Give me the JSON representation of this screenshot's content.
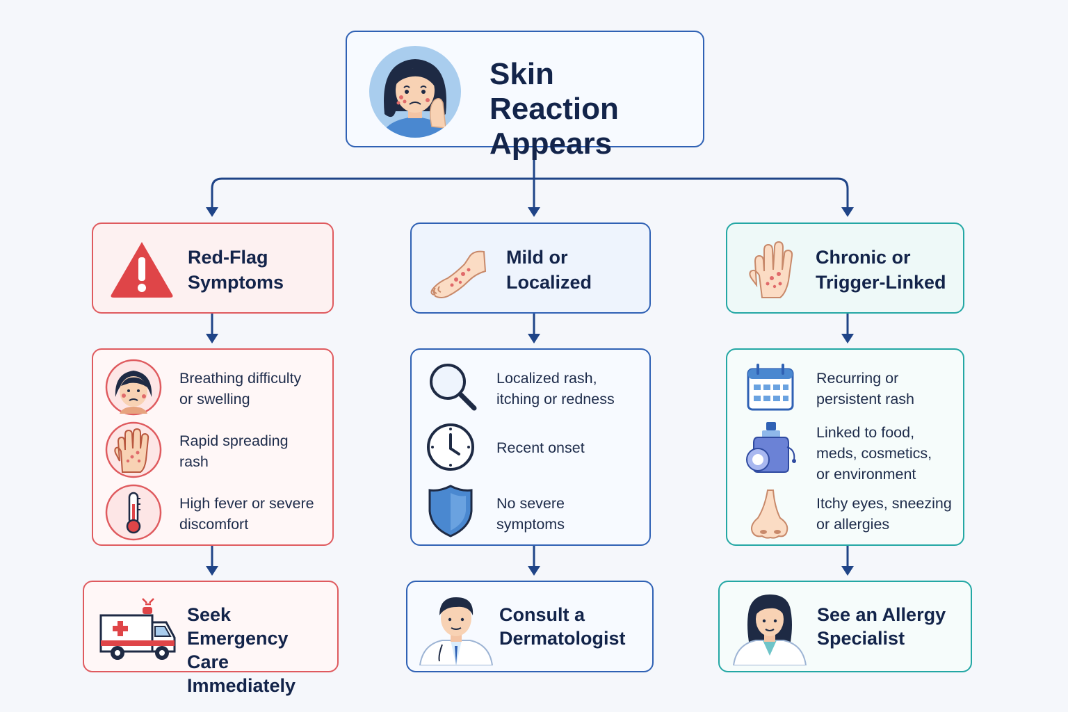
{
  "title": {
    "line1": "Skin Reaction",
    "line2": "Appears"
  },
  "branches": [
    {
      "category": {
        "line1": "Red-Flag",
        "line2": "Symptoms",
        "icon": "warning-triangle-icon"
      },
      "items": [
        {
          "line1": "Breathing difficulty",
          "line2": "or swelling",
          "line3": "",
          "icon": "distressed-face-icon"
        },
        {
          "line1": "Rapid spreading",
          "line2": "rash",
          "line3": "",
          "icon": "rash-hand-icon"
        },
        {
          "line1": "High fever or severe",
          "line2": "discomfort",
          "line3": "",
          "icon": "thermometer-icon"
        }
      ],
      "action": {
        "line1": "Seek Emergency",
        "line2": "Care Immediately",
        "icon": "ambulance-icon"
      }
    },
    {
      "category": {
        "line1": "Mild or",
        "line2": "Localized",
        "icon": "rash-arm-icon"
      },
      "items": [
        {
          "line1": "Localized rash,",
          "line2": "itching or redness",
          "line3": "",
          "icon": "magnifier-icon"
        },
        {
          "line1": "Recent onset",
          "line2": "",
          "line3": "",
          "icon": "clock-icon"
        },
        {
          "line1": "No severe",
          "line2": "symptoms",
          "line3": "",
          "icon": "shield-icon"
        }
      ],
      "action": {
        "line1": "Consult a",
        "line2": "Dermatologist",
        "icon": "male-doctor-icon"
      }
    },
    {
      "category": {
        "line1": "Chronic or",
        "line2": "Trigger-Linked",
        "icon": "rash-palm-icon"
      },
      "items": [
        {
          "line1": "Recurring or",
          "line2": "persistent rash",
          "line3": "",
          "icon": "calendar-icon"
        },
        {
          "line1": "Linked to food,",
          "line2": "meds, cosmetics,",
          "line3": "or environment",
          "icon": "perfume-bottle-icon"
        },
        {
          "line1": "Itchy eyes, sneezing",
          "line2": "or allergies",
          "line3": "",
          "icon": "nose-icon"
        }
      ],
      "action": {
        "line1": "See an Allergy",
        "line2": "Specialist",
        "icon": "female-doctor-icon"
      }
    }
  ],
  "colors": {
    "connector": "#1f4487",
    "red": "#df5a5e",
    "blue": "#2f61b4",
    "teal": "#23a7a4",
    "text": "#13244a"
  }
}
